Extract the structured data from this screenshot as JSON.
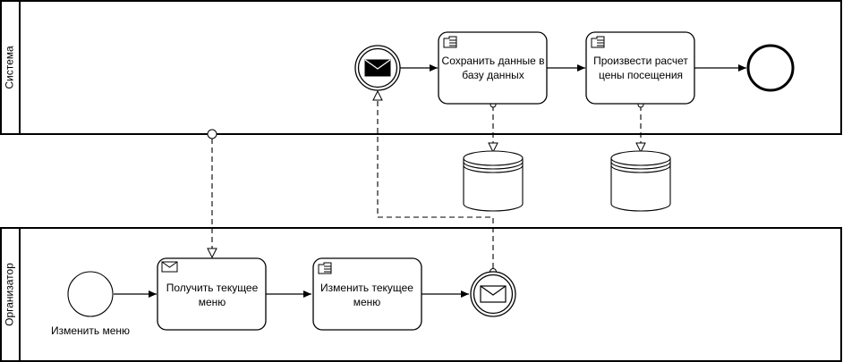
{
  "pools": {
    "system": {
      "label": "Система"
    },
    "organizer": {
      "label": "Организатор"
    }
  },
  "tasks": {
    "save_data": {
      "line1": "Сохранить данные в",
      "line2": "базу данных"
    },
    "calc_price": {
      "line1": "Произвести расчет",
      "line2": "цены посещения"
    },
    "get_menu": {
      "line1": "Получить текущее",
      "line2": "меню"
    },
    "change_menu": {
      "line1": "Изменить текущее",
      "line2": "меню"
    }
  },
  "events": {
    "start_organizer": {
      "label": "Изменить меню"
    }
  },
  "icons": {
    "message_catch": "envelope-black",
    "message_throw": "envelope-white",
    "task_message": "envelope-outline",
    "task_manual": "hand"
  },
  "colors": {
    "stroke": "#000000",
    "fill": "#ffffff"
  }
}
